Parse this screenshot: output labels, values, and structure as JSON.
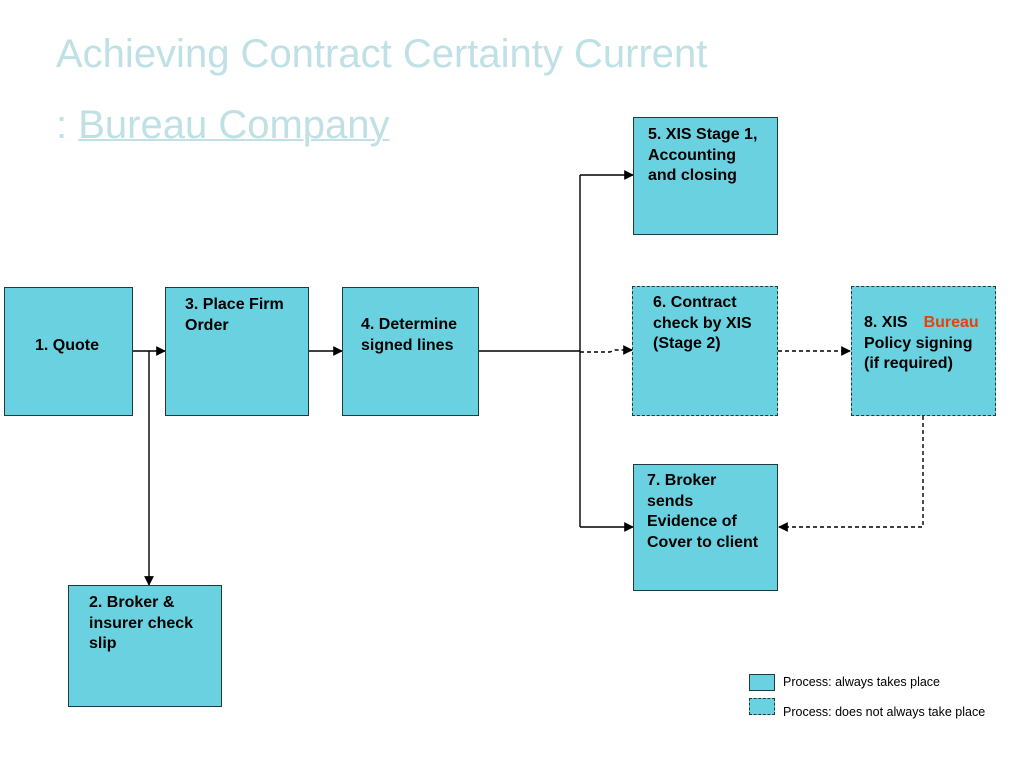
{
  "title": {
    "line1": "Achieving Contract Certainty Current",
    "line2_prefix": ": ",
    "line2_link": "Bureau Company"
  },
  "nodes": {
    "quote": {
      "lines": [
        "1. Quote"
      ]
    },
    "broker_check": {
      "lines": [
        "2. Broker &",
        "insurer check",
        "slip"
      ]
    },
    "place_firm_order": {
      "lines": [
        "3. Place Firm",
        "Order"
      ]
    },
    "determine_lines": {
      "lines": [
        "4. Determine",
        "signed lines"
      ]
    },
    "xis_stage1": {
      "lines": [
        "5. XIS Stage 1,",
        "Accounting",
        "and closing"
      ]
    },
    "contract_check": {
      "lines": [
        "6. Contract",
        "check by XIS",
        "(Stage 2)"
      ]
    },
    "evidence_of_cover": {
      "lines": [
        "7. Broker",
        "sends",
        "Evidence of",
        "Cover to client"
      ]
    },
    "xis_policy_signing": {
      "line1_prefix": "8. XIS",
      "line1_accent": "Bureau",
      "lines_rest": [
        "Policy signing",
        "(if required)"
      ]
    }
  },
  "legend": {
    "solid": "Process: always takes place",
    "dashed": "Process: does not always take place"
  },
  "colors": {
    "box_fill": "#69d1df",
    "title": "#bfe0e4",
    "accent": "#e8420a",
    "line": "#000000"
  }
}
